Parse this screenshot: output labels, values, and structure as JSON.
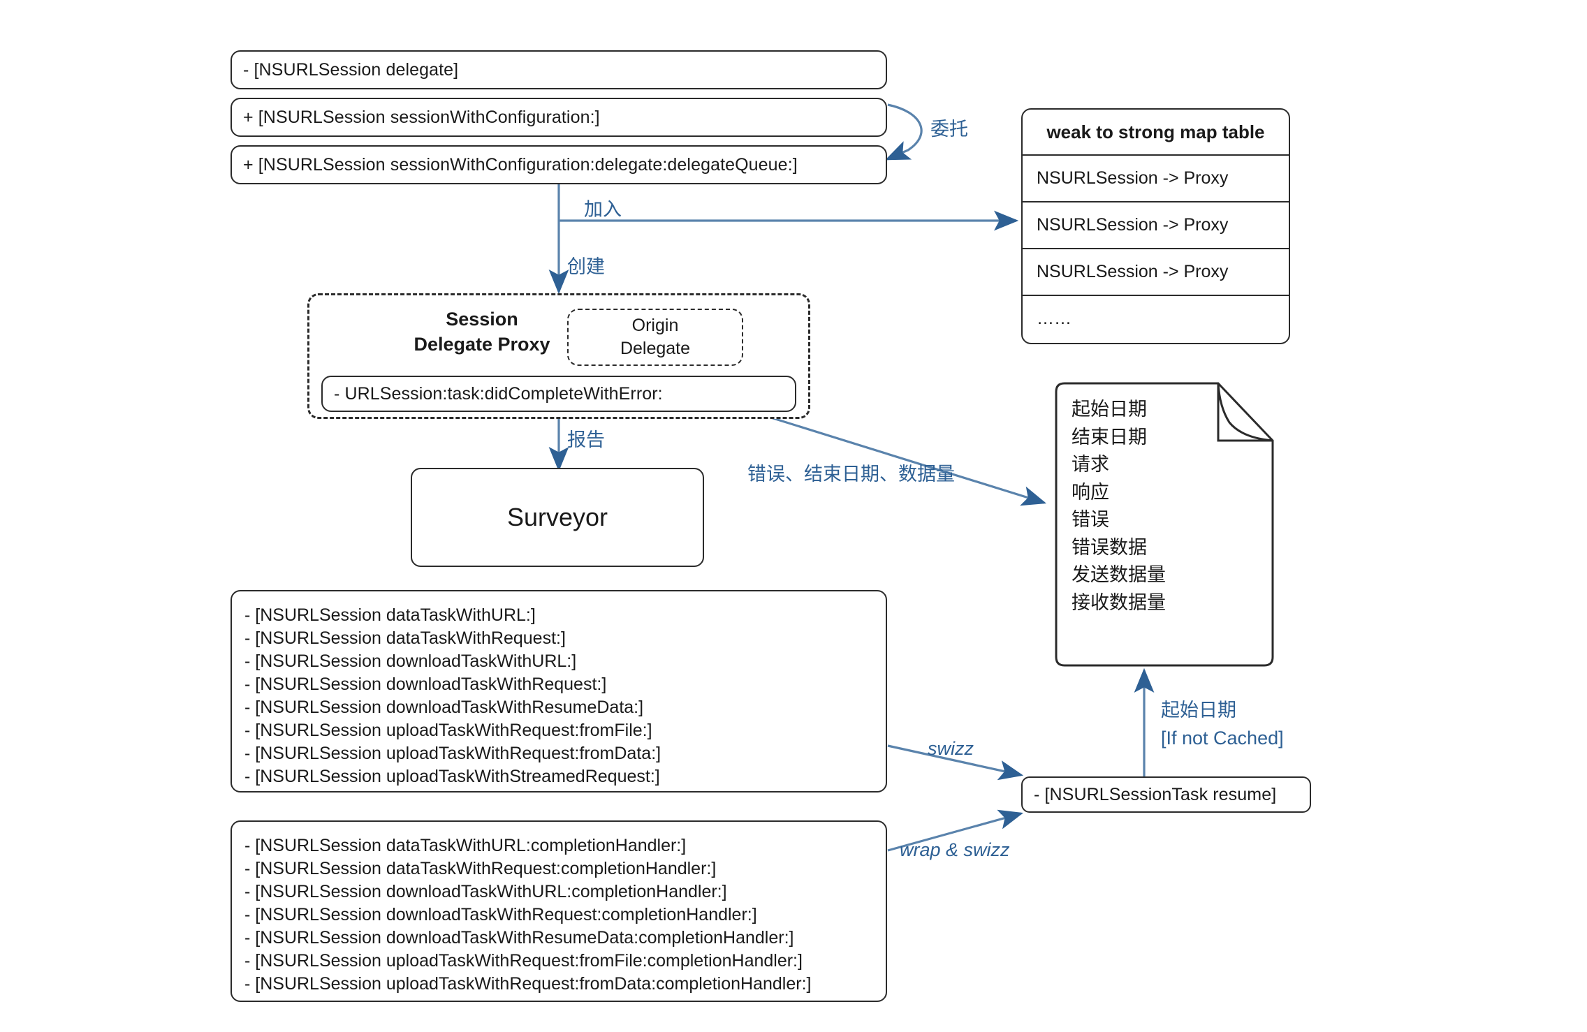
{
  "diagram": {
    "title": "NSURLSession swizzling / delegate proxy architecture",
    "accent_color": "#2e6094",
    "line_color": "#2b2b2b",
    "background": "#ffffff"
  },
  "session_methods": [
    {
      "label": "- [NSURLSession delegate]"
    },
    {
      "label": "+ [NSURLSession sessionWithConfiguration:]"
    },
    {
      "label": "+ [NSURLSession sessionWithConfiguration:delegate:delegateQueue:]"
    }
  ],
  "map_table": {
    "header": "weak to strong map table",
    "rows": [
      "NSURLSession -> Proxy",
      "NSURLSession -> Proxy",
      "NSURLSession -> Proxy",
      "……"
    ]
  },
  "proxy": {
    "title_line1": "Session",
    "title_line2": "Delegate Proxy",
    "origin_line1": "Origin",
    "origin_line2": "Delegate",
    "method": "- URLSession:task:didCompleteWithError:"
  },
  "surveyor": {
    "label": "Surveyor"
  },
  "note": {
    "fields": [
      "起始日期",
      "结束日期",
      "请求",
      "响应",
      "错误",
      "错误数据",
      "发送数据量",
      "接收数据量"
    ]
  },
  "task_methods": {
    "items": [
      "- [NSURLSession dataTaskWithURL:]",
      "- [NSURLSession dataTaskWithRequest:]",
      "- [NSURLSession downloadTaskWithURL:]",
      "- [NSURLSession downloadTaskWithRequest:]",
      "- [NSURLSession downloadTaskWithResumeData:]",
      "- [NSURLSession uploadTaskWithRequest:fromFile:]",
      "- [NSURLSession uploadTaskWithRequest:fromData:]",
      "- [NSURLSession uploadTaskWithStreamedRequest:]"
    ]
  },
  "completion_methods": {
    "items": [
      "- [NSURLSession dataTaskWithURL:completionHandler:]",
      "- [NSURLSession dataTaskWithRequest:completionHandler:]",
      "- [NSURLSession downloadTaskWithURL:completionHandler:]",
      "- [NSURLSession downloadTaskWithRequest:completionHandler:]",
      "- [NSURLSession downloadTaskWithResumeData:completionHandler:]",
      "- [NSURLSession uploadTaskWithRequest:fromFile:completionHandler:]",
      "- [NSURLSession uploadTaskWithRequest:fromData:completionHandler:]"
    ]
  },
  "resume_method": {
    "label": "- [NSURLSessionTask resume]"
  },
  "edge_labels": {
    "delegate": "委托",
    "join": "加入",
    "create": "创建",
    "report": "报告",
    "error_enddate_datasize": "错误、结束日期、数据量",
    "swizz": "swizz",
    "wrap_and_swizz": "wrap & swizz",
    "start_date": "起始日期",
    "if_not_cached": "[If not Cached]"
  }
}
